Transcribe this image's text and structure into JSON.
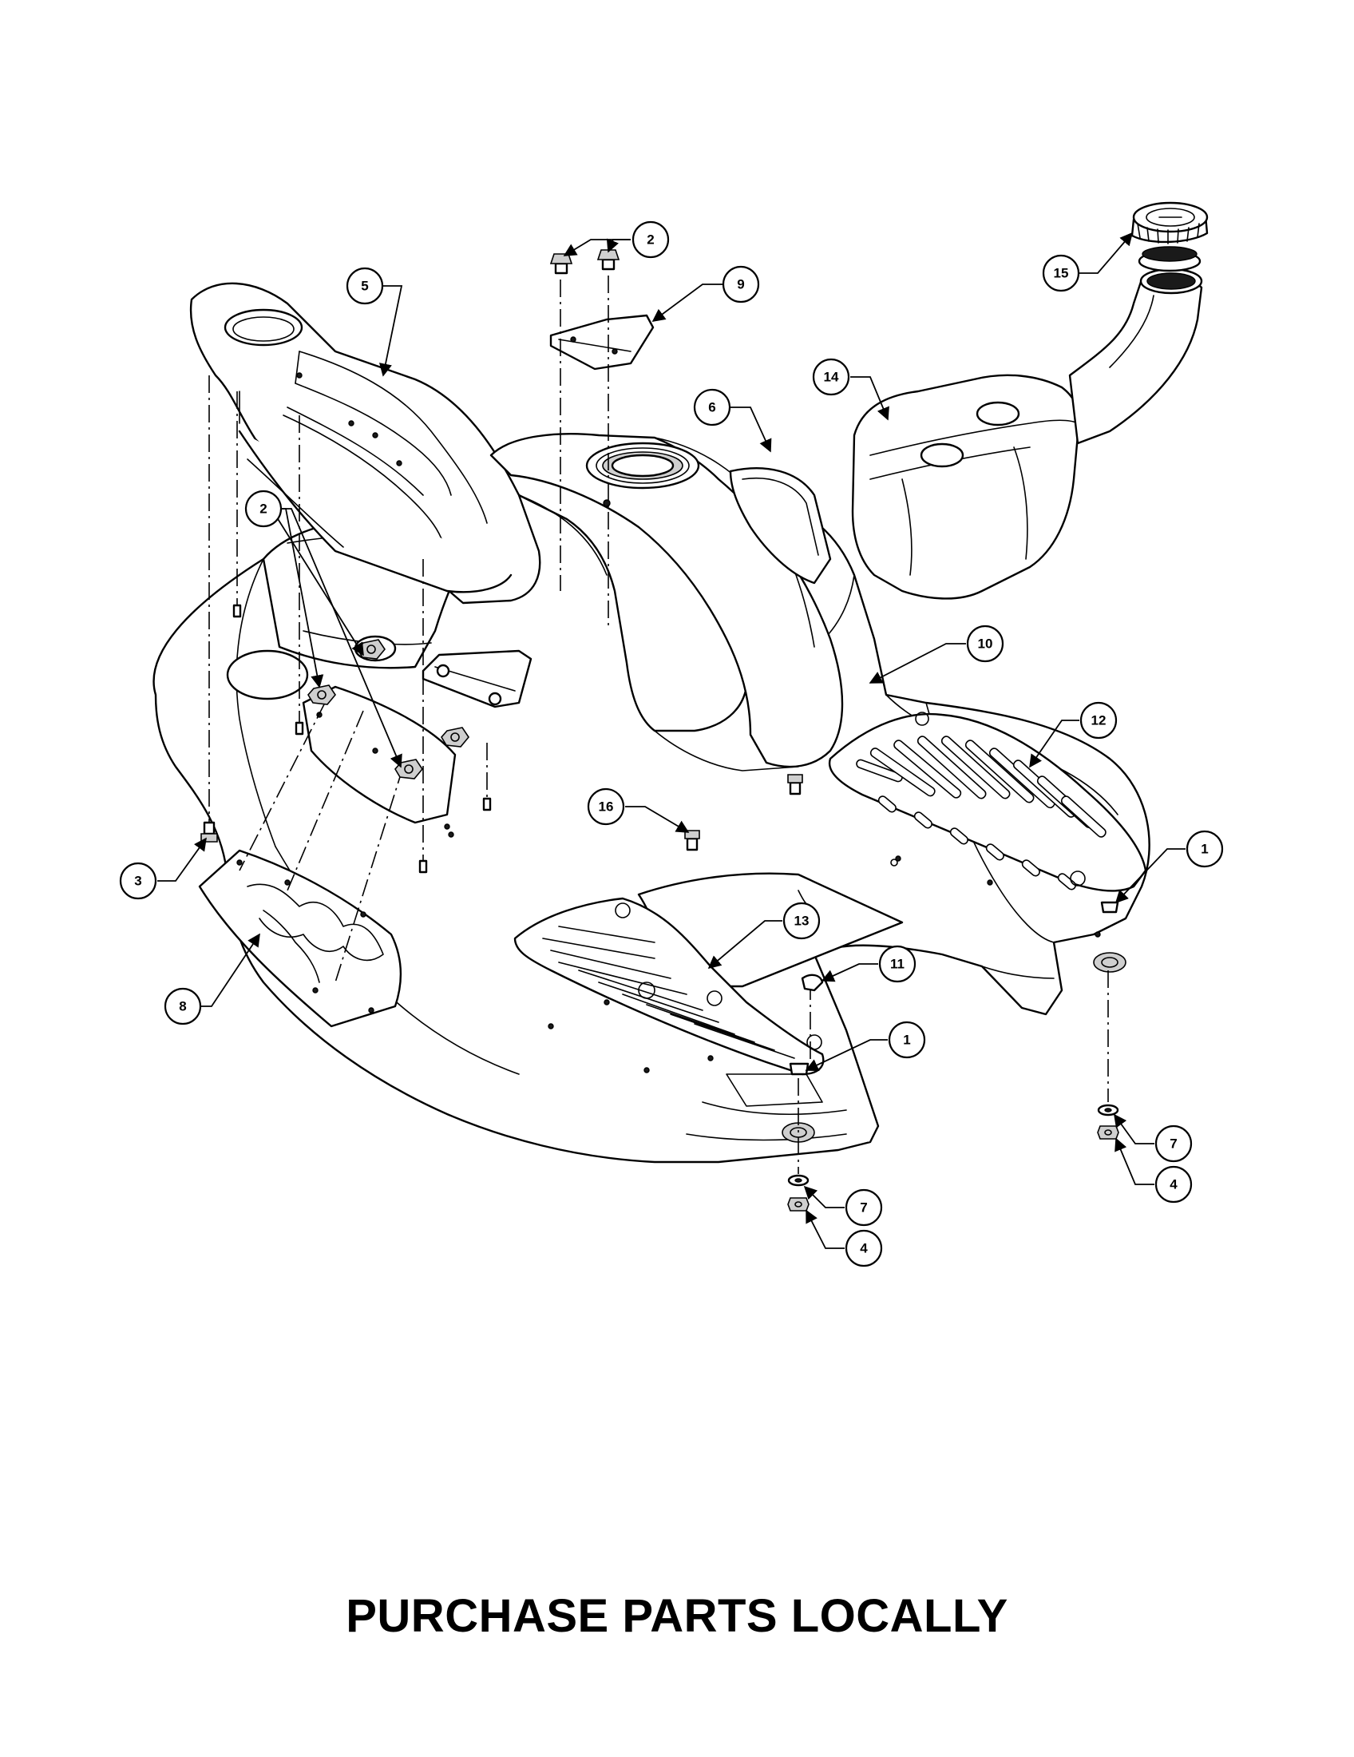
{
  "footer": {
    "note": "PURCHASE PARTS LOCALLY"
  },
  "callouts": {
    "c1a": "1",
    "c1b": "1",
    "c2a": "2",
    "c2b": "2",
    "c3": "3",
    "c4a": "4",
    "c4b": "4",
    "c5": "5",
    "c6": "6",
    "c7a": "7",
    "c7b": "7",
    "c8": "8",
    "c9": "9",
    "c10": "10",
    "c11": "11",
    "c12": "12",
    "c13": "13",
    "c14": "14",
    "c15": "15",
    "c16": "16"
  },
  "colors": {
    "line": "#000000",
    "background": "#ffffff"
  }
}
